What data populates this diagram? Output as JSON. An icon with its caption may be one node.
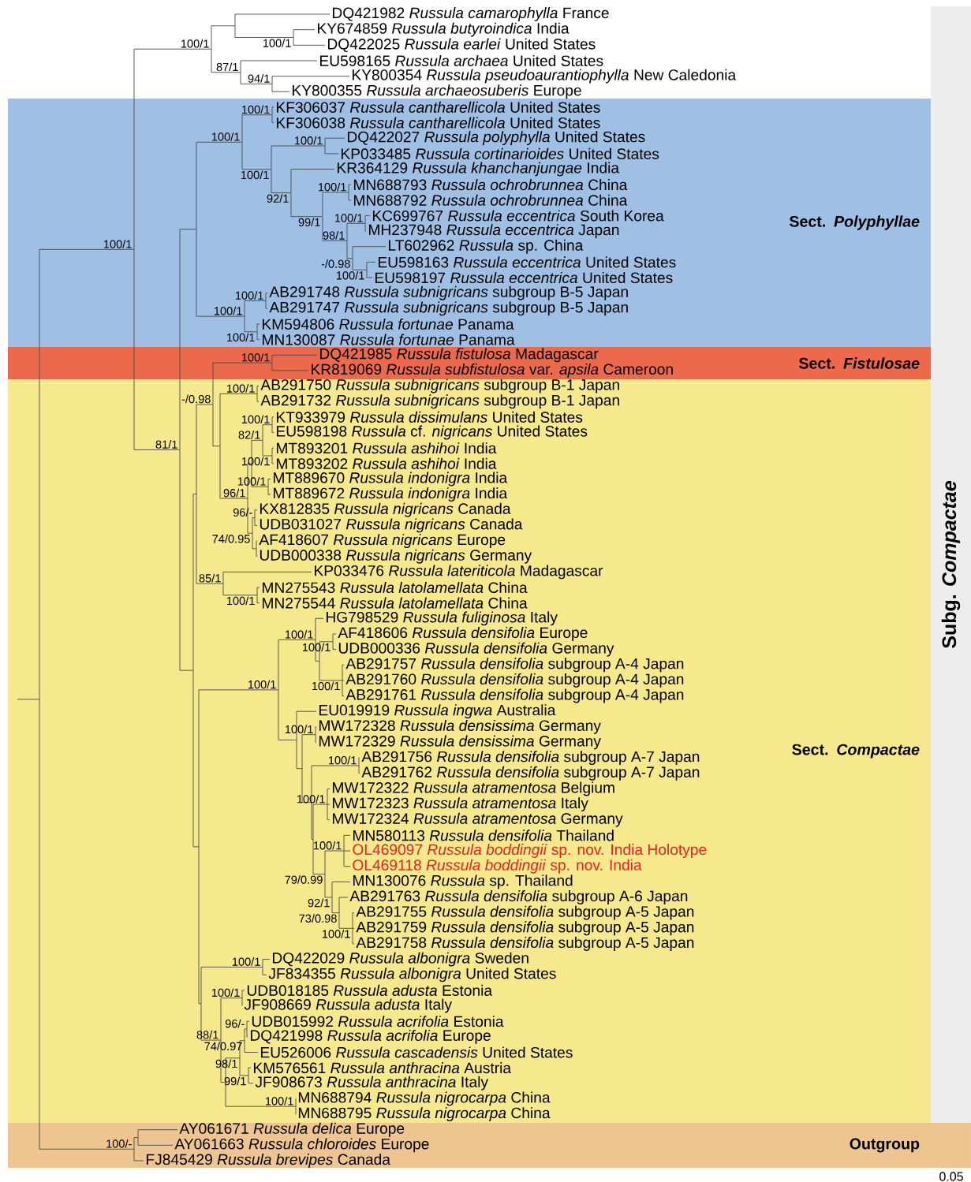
{
  "diagram": {
    "nodes": [
      {
        "text": [
          "Sect. *Polyphyllae*"
        ]
      },
      {
        "text": [
          "Sect. *Fistulosae*"
        ]
      },
      {
        "text": [
          "Sect. *Compactae*"
        ]
      },
      {
        "text": [
          "Outgroup"
        ]
      },
      {
        "text": [
          "Subg. *Compactae*"
        ]
      }
    ],
    "labels": [
      "DQ421982 *Russula camarophylla* France",
      "KY674859 *Russula butyroindica* India",
      "DQ422025 *Russula earlei* United States",
      "EU598165 *Russula archaea* United States",
      "KY800354 *Russula pseudoaurantiophylla* New Caledonia",
      "KY800355 *Russula archaeosuberis* Europe",
      "KF306037 *Russula cantharellicola* United States",
      "KF306038 *Russula cantharellicola* United States",
      "DQ422027 *Russula polyphylla* United States",
      "KP033485 *Russula cortinarioides* United States",
      "KR364129 *Russula khanchanjungae* India",
      "MN688793 *Russula ochrobrunnea* China",
      "MN688792 *Russula ochrobrunnea* China",
      "KC699767 *Russula eccentrica* South Korea",
      "MH237948 *Russula eccentrica* Japan",
      "LT602962 *Russula* sp. China",
      "EU598163 *Russula eccentrica* United States",
      "EU598197 *Russula eccentrica* United States",
      "AB291748 *Russula subnigricans* subgroup B-5 Japan",
      "AB291747 *Russula subnigricans* subgroup B-5 Japan",
      "KM594806 *Russula fortunae* Panama",
      "MN130087 *Russula fortunae* Panama",
      "DQ421985 *Russula fistulosa* Madagascar",
      "KR819069 *Russula subfistulosa* var. *apsila* Cameroon",
      "AB291750 *Russula subnigricans* subgroup B-1 Japan",
      "AB291732 *Russula subnigricans* subgroup B-1 Japan",
      "KT933979 *Russula dissimulans* United States",
      "EU598198 *Russula* cf. *nigricans* United States",
      "MT893201 *Russula ashihoi* India",
      "MT893202 *Russula ashihoi* India",
      "MT889670 *Russula indonigra* India",
      "MT889672 *Russula indonigra* India",
      "KX812835 *Russula nigricans* Canada",
      "UDB031027 *Russula nigricans* Canada",
      "AF418607 *Russula nigricans* Europe",
      "UDB000338 *Russula nigricans* Germany",
      "KP033476 *Russula lateriticola* Madagascar",
      "MN275543 *Russula latolamellata* China",
      "MN275544 *Russula latolamellata* China",
      "HG798529 *Russula fuliginosa* Italy",
      "AF418606 *Russula densifolia* Europe",
      "UDB000336 *Russula densifolia* Germany",
      "AB291757 *Russula densifolia* subgroup A-4 Japan",
      "AB291760 *Russula densifolia* subgroup A-4 Japan",
      "AB291761 *Russula densifolia* subgroup A-4 Japan",
      "EU019919 *Russula ingwa* Australia",
      "MW172328 *Russula densissima* Germany",
      "MW172329 *Russula densissima* Germany",
      "AB291756 *Russula densifolia* subgroup A-7 Japan",
      "AB291762 *Russula densifolia* subgroup A-7 Japan",
      "MW172322 *Russula atramentosa* Belgium",
      "MW172323 *Russula atramentosa* Italy",
      "MW172324 *Russula atramentosa* Germany",
      "MN580113 *Russula densifolia* Thailand",
      "OL469097 *Russula boddingii* sp. nov. India Holotype",
      "OL469118 *Russula boddingii* sp. nov. India",
      "MN130076 *Russula* sp. Thailand",
      "AB291763 *Russula densifolia* subgroup A-6 Japan",
      "AB291755 *Russula densifolia* subgroup A-5 Japan",
      "AB291759 *Russula densifolia* subgroup A-5 Japan",
      "AB291758 *Russula densifolia* subgroup A-5 Japan",
      "DQ422029 *Russula albonigra* Sweden",
      "JF834355 *Russula albonigra* United States",
      "UDB018185 *Russula adusta* Estonia",
      "JF908669 *Russula adusta* Italy",
      "UDB015992 *Russula acrifolia* Estonia",
      "DQ421998 *Russula acrifolia* Europe",
      "EU526006 *Russula cascadensis* United States",
      "KM576561 *Russula anthracina* Austria",
      "JF908673 *Russula anthracina* Italy",
      "MN688794 *Russula nigrocarpa* China",
      "MN688795 *Russula nigrocarpa* China",
      "AY061671 *Russula delica* Europe",
      "AY061663 *Russula chloroides* Europe",
      "FJ845429 *Russula brevipes* Canada",
      "100/1",
      "100/1",
      "87/1",
      "94/1",
      "100/1",
      "100/1",
      "100/1",
      "100/1",
      "100/1",
      "92/1",
      "99/1",
      "100/1",
      "98/1",
      "-/0.98",
      "100/1",
      "100/1",
      "100/1",
      "100/1",
      "100/1",
      "100/1",
      "100/1",
      "-/0.98",
      "100/1",
      "82/1",
      "81/1",
      "100/1",
      "100/1",
      "96/1",
      "96/-",
      "74/0.95",
      "85/1",
      "100/1",
      "100/1",
      "100/1",
      "100/1",
      "100/1",
      "100/1",
      "100/1",
      "100/1",
      "100/1",
      "79/0.99",
      "92/1",
      "73/0.98",
      "100/1",
      "100/1",
      "100/1",
      "96/-",
      "88/1",
      "74/0.97",
      "98/1",
      "99/1",
      "100/1",
      "100/-",
      "0.05"
    ]
  }
}
